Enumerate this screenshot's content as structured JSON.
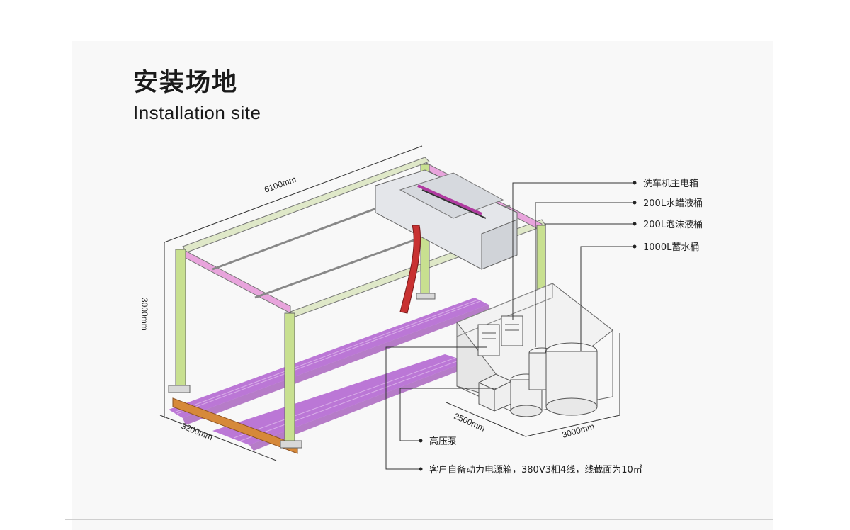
{
  "header": {
    "title_cn": "安装场地",
    "title_en": "Installation site"
  },
  "dimensions": {
    "length": "6100mm",
    "height": "3000mm",
    "width": "3200mm",
    "room_depth": "2500mm",
    "room_width": "3000mm"
  },
  "callouts": {
    "main_box": "洗车机主电箱",
    "wax_bucket": "200L水蜡液桶",
    "foam_bucket": "200L泡沫液桶",
    "water_tank": "1000L蓄水桶",
    "pump": "高压泵",
    "power_box": "客户自备动力电源箱，380V3相4线，线截面为10㎡"
  },
  "colors": {
    "frame_green": "#cfe6a0",
    "rail_pink": "#e8a8e0",
    "grate_purple": "#a040c0",
    "beam_orange": "#d08a40",
    "brush_red": "#c83030"
  }
}
